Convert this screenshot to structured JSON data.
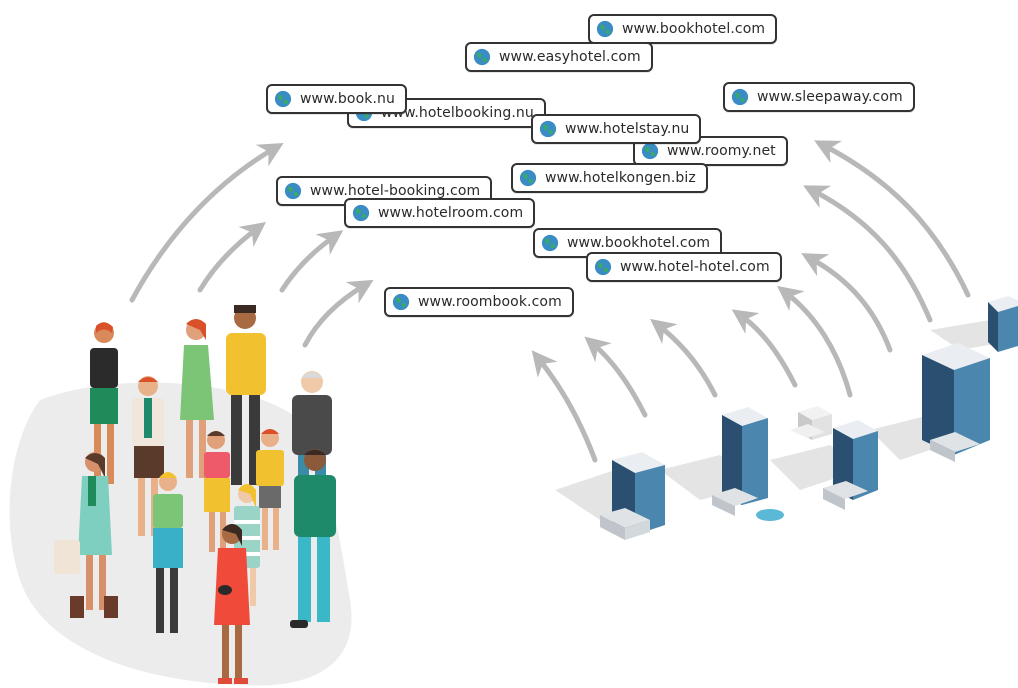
{
  "colors": {
    "arrow": "#b8b8b8",
    "shadow": "#e6e6e6",
    "pill_border": "#333333",
    "building_blue": "#2e5a7e",
    "building_blue_light": "#4a86ad",
    "globe_land": "#39a96b",
    "globe_sea": "#3a8cc4"
  },
  "icons": {
    "url_icon": "globe-icon",
    "arrow_icon": "curved-arrow-icon"
  },
  "urls": [
    "www.bookhotel.com",
    "www.easyhotel.com",
    "www.book.nu",
    "www.hotelbooking.nu",
    "www.sleepaway.com",
    "www.hotelstay.nu",
    "www.roomy.net",
    "www.hotel-booking.com",
    "www.hotelkongen.biz",
    "www.hotelroom.com",
    "www.bookhotel.com",
    "www.hotel-hotel.com",
    "www.roombook.com"
  ]
}
